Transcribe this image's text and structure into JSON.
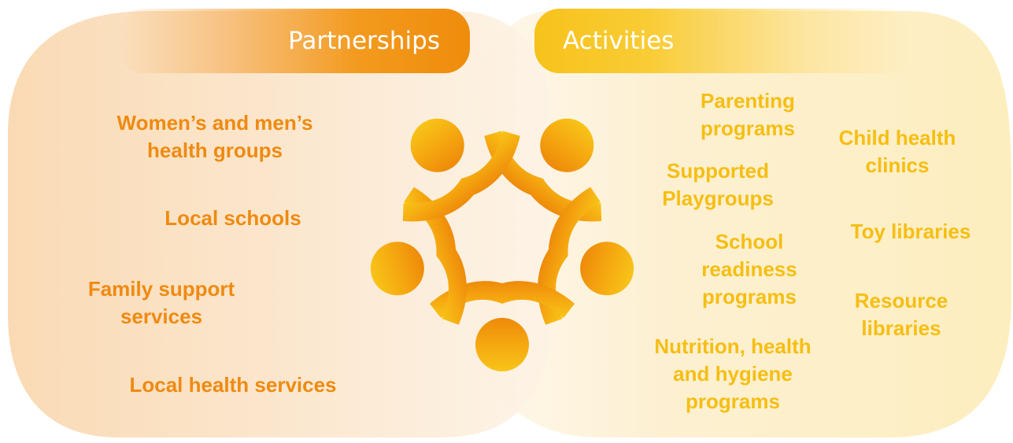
{
  "partnerships": {
    "title": "Partnerships",
    "items": [
      "Women’s and men’s health groups",
      "Local schools",
      "Family support services",
      "Local health services"
    ]
  },
  "activities": {
    "title": "Activities",
    "items": [
      "Parenting programs",
      "Supported Playgroups",
      "School readiness programs",
      "Nutrition, health and hygiene programs",
      "Child health clinics",
      "Toy libraries",
      "Resource libraries"
    ]
  },
  "colors": {
    "orange": "#ef8a10",
    "yellow": "#f6be12",
    "left_blob": "#fbe3c4",
    "right_blob": "#fdf0cf"
  },
  "center_icon": "people-circle-icon"
}
